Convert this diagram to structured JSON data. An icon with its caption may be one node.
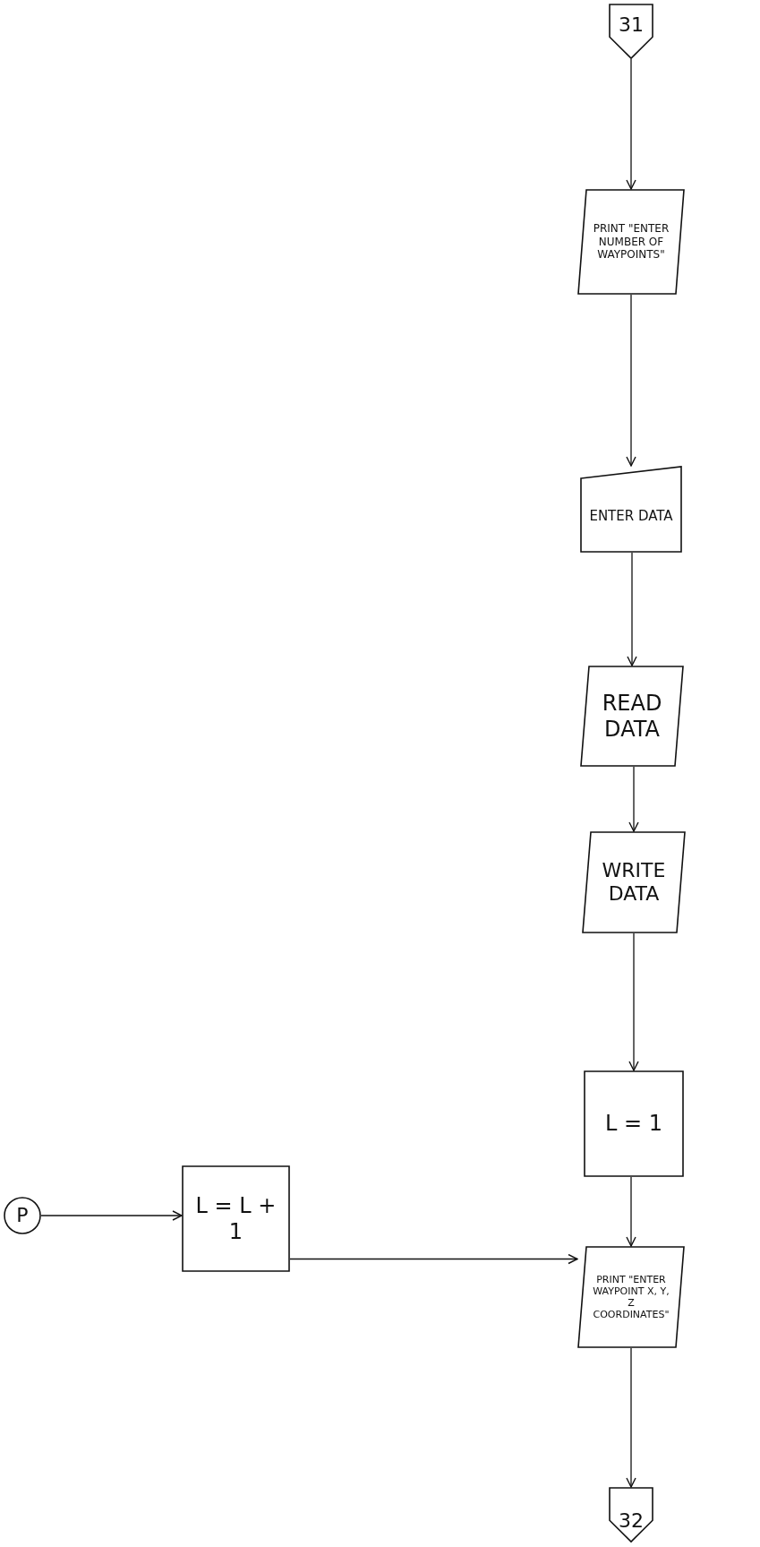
{
  "diagram": {
    "nodes": [
      {
        "text": [
          "31"
        ]
      },
      {
        "text": [
          "PRINT \"ENTER NUMBER OF WAYPOINTS\""
        ]
      },
      {
        "text": [
          "ENTER DATA"
        ]
      },
      {
        "text": [
          "READ DATA"
        ]
      },
      {
        "text": [
          "WRITE DATA"
        ]
      },
      {
        "text": [
          "L = 1"
        ]
      },
      {
        "text": [
          "P"
        ]
      },
      {
        "text": [
          "L = L + 1"
        ]
      },
      {
        "text": [
          "PRINT \"ENTER WAYPOINT X, Y, Z COORDINATES\""
        ]
      },
      {
        "text": [
          "32"
        ]
      }
    ],
    "edges": [
      {
        "from": 0,
        "to": 1,
        "arrow": "to"
      },
      {
        "from": 1,
        "to": 2,
        "arrow": "to"
      },
      {
        "from": 2,
        "to": 3,
        "arrow": "to"
      },
      {
        "from": 3,
        "to": 4,
        "arrow": "to"
      },
      {
        "from": 4,
        "to": 5,
        "arrow": "to"
      },
      {
        "from": 5,
        "to": 8,
        "arrow": "to"
      },
      {
        "from": 6,
        "to": 7,
        "arrow": "to"
      },
      {
        "from": 7,
        "to": 8,
        "arrow": "to"
      },
      {
        "from": 8,
        "to": 9,
        "arrow": "to"
      }
    ]
  }
}
